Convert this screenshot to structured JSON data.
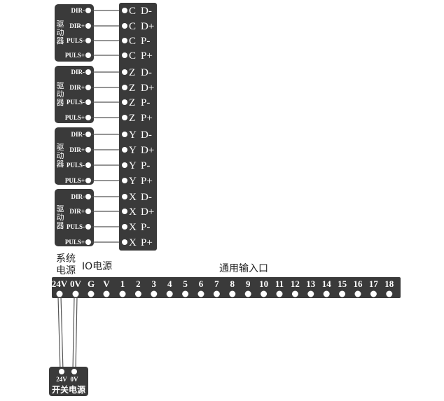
{
  "driver_label": "驱动器",
  "driver_pins": [
    "DIR-",
    "DIR+",
    "PULS-",
    "PULS+"
  ],
  "axes": [
    "C",
    "Z",
    "Y",
    "X"
  ],
  "axis_signals": [
    "D-",
    "D+",
    "P-",
    "P+"
  ],
  "headings": {
    "system_power_line1": "系统",
    "system_power_line2": "电源",
    "io_power": "IO电源",
    "general_input": "通用输入口"
  },
  "io_bar_labels": [
    "24V",
    "0V",
    "G",
    "V",
    "1",
    "2",
    "3",
    "4",
    "5",
    "6",
    "7",
    "8",
    "9",
    "10",
    "11",
    "12",
    "13",
    "14",
    "15",
    "16",
    "17",
    "18"
  ],
  "switch_psu": {
    "terminals": [
      "24V",
      "0V"
    ],
    "label": "开关电源"
  },
  "colors": {
    "panel": "#3a3a3a",
    "wire": "#555555",
    "text_dark": "#222222",
    "terminal": "#ffffff"
  }
}
